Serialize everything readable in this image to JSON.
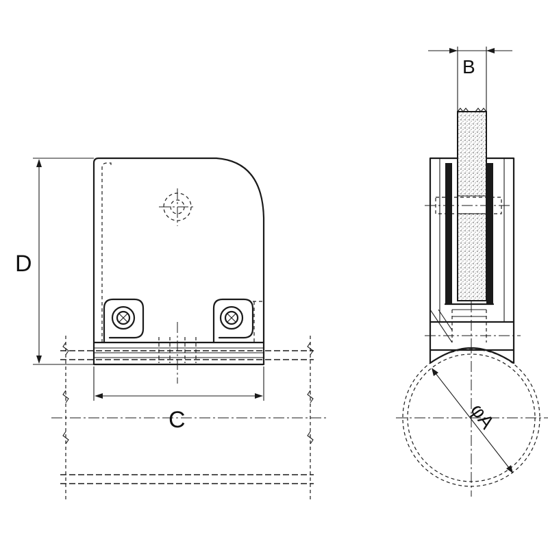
{
  "labels": {
    "A": "φA",
    "B": "B",
    "C": "C",
    "D": "D"
  },
  "colors": {
    "line": "#1a1a1a",
    "background": "#ffffff"
  }
}
